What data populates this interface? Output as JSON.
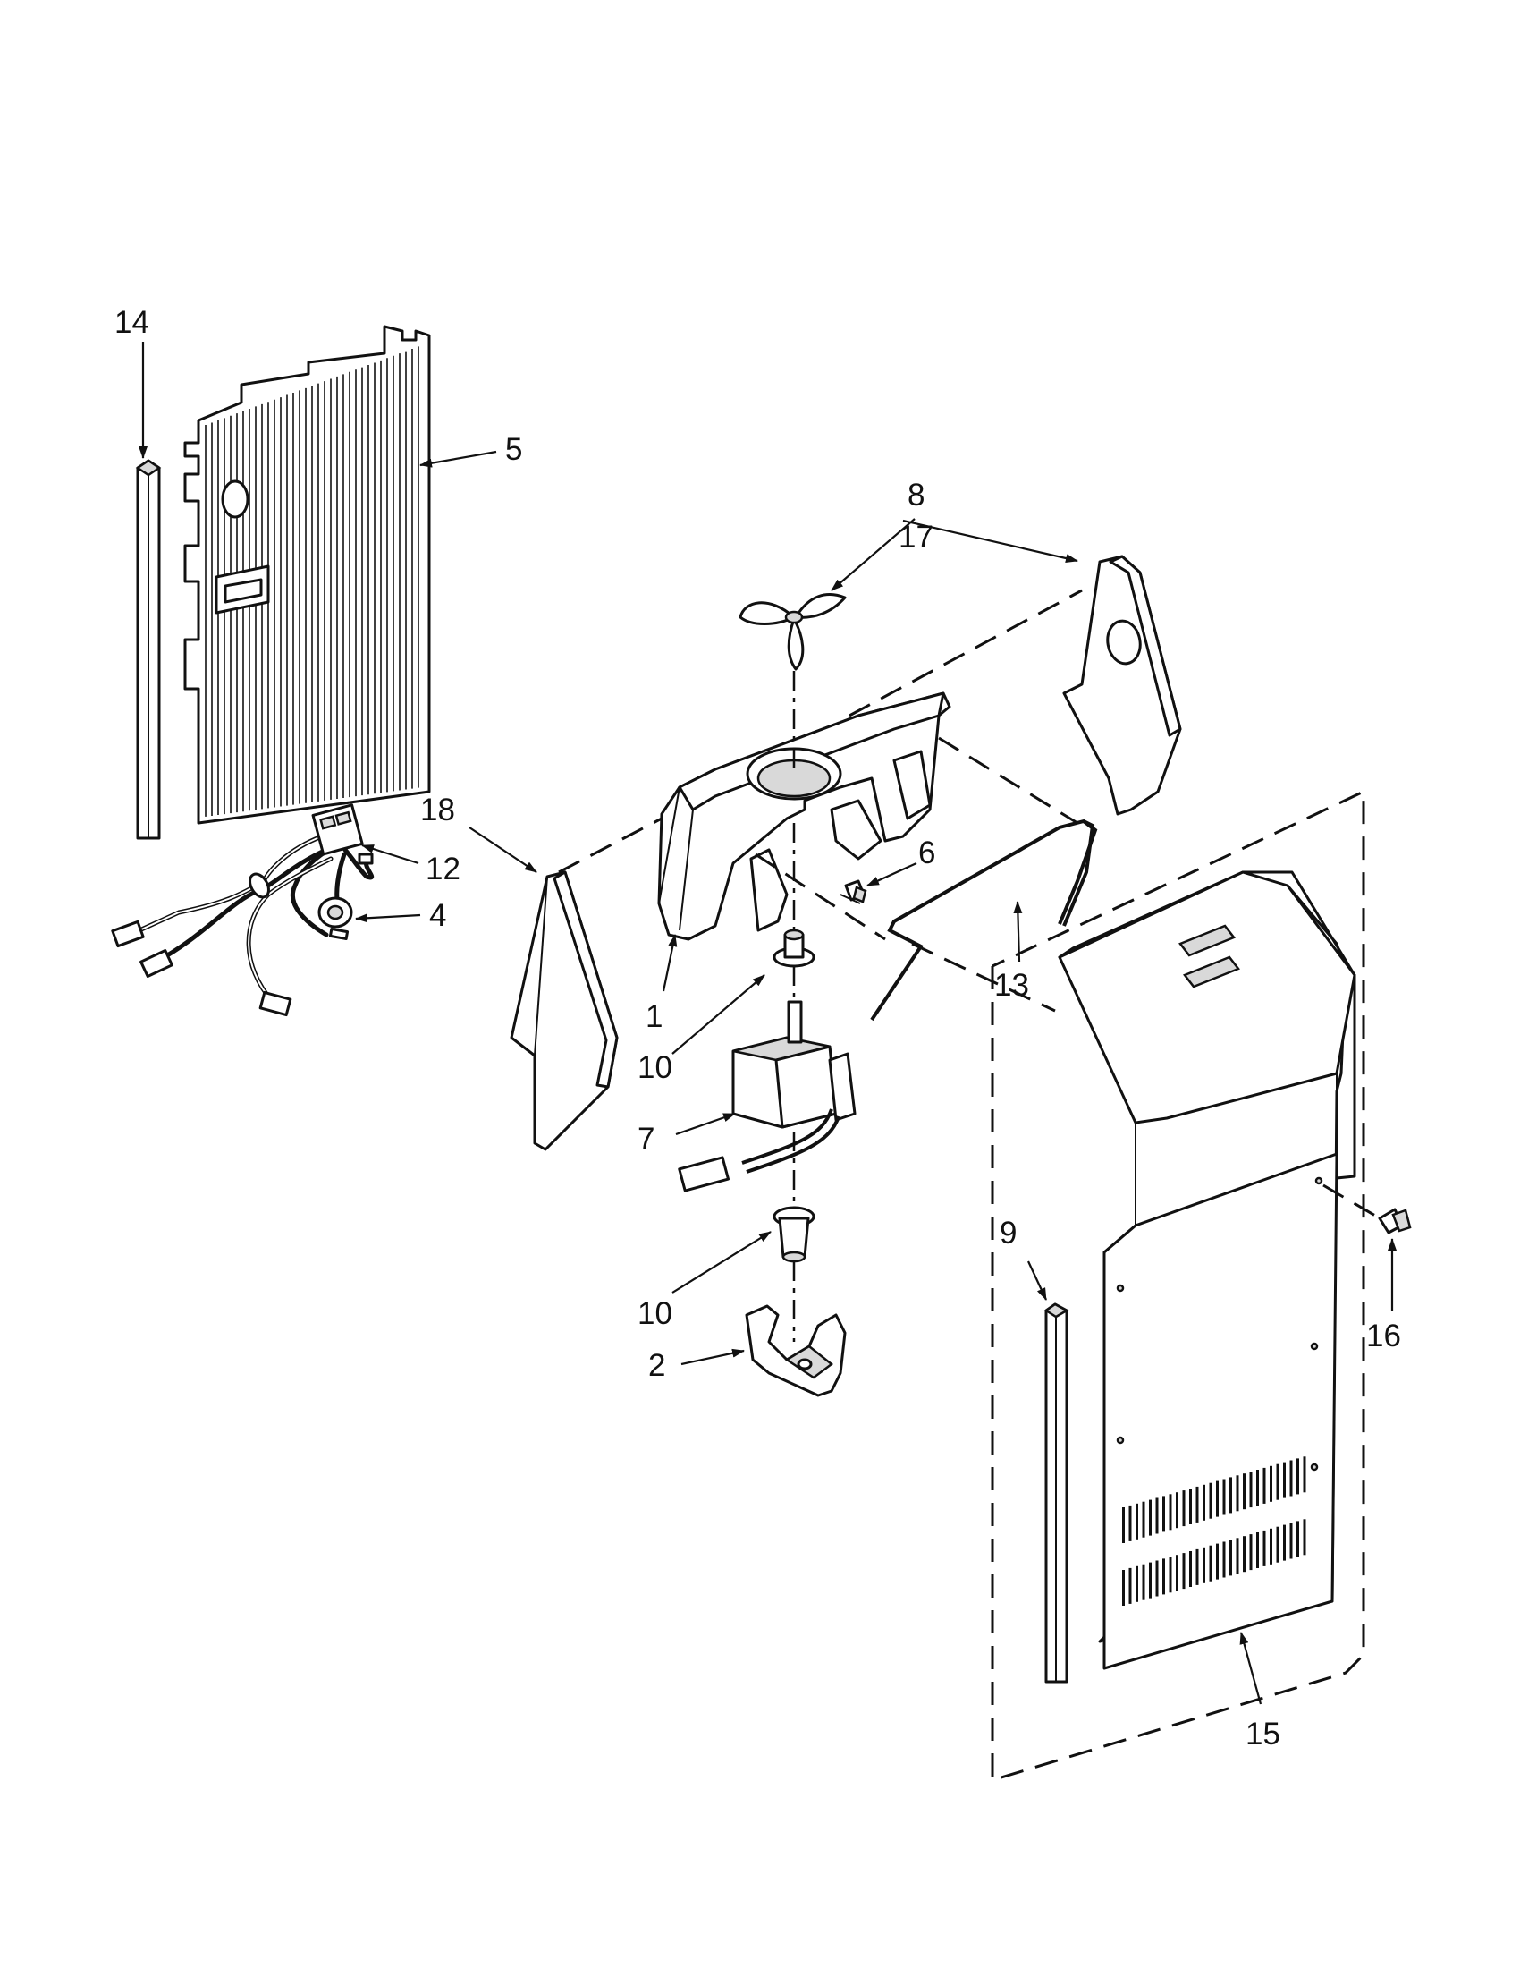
{
  "diagram": {
    "callouts": [
      {
        "id": "c14",
        "text": "14"
      },
      {
        "id": "c5",
        "text": "5"
      },
      {
        "id": "c8",
        "text": "8"
      },
      {
        "id": "c17",
        "text": "17"
      },
      {
        "id": "c18",
        "text": "18"
      },
      {
        "id": "c12",
        "text": "12"
      },
      {
        "id": "c4",
        "text": "4"
      },
      {
        "id": "c6",
        "text": "6"
      },
      {
        "id": "c13",
        "text": "13"
      },
      {
        "id": "c1",
        "text": "1"
      },
      {
        "id": "c10a",
        "text": "10"
      },
      {
        "id": "c7",
        "text": "7"
      },
      {
        "id": "c9",
        "text": "9"
      },
      {
        "id": "c16",
        "text": "16"
      },
      {
        "id": "c10b",
        "text": "10"
      },
      {
        "id": "c2",
        "text": "2"
      },
      {
        "id": "c15",
        "text": "15"
      }
    ]
  }
}
